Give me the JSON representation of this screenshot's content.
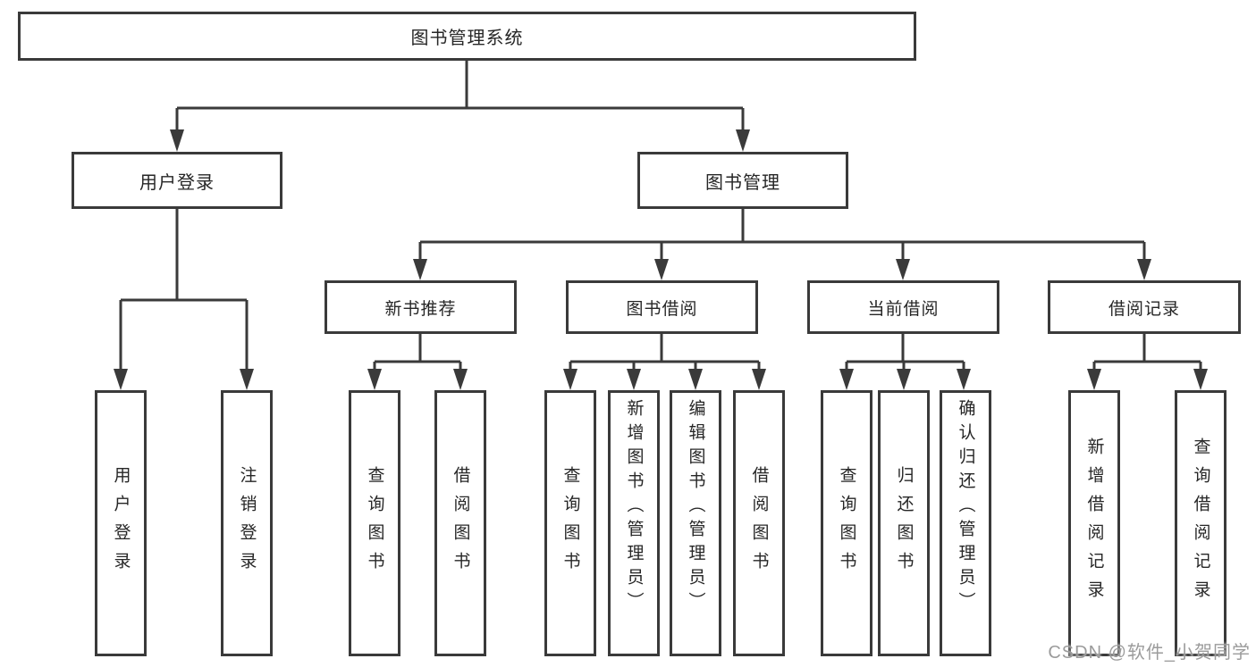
{
  "tree": {
    "label": "图书管理系统",
    "children": [
      {
        "label": "用户登录",
        "children": [
          {
            "label": "用户登录"
          },
          {
            "label": "注销登录"
          }
        ]
      },
      {
        "label": "图书管理",
        "children": [
          {
            "label": "新书推荐",
            "children": [
              {
                "label": "查询图书"
              },
              {
                "label": "借阅图书"
              }
            ]
          },
          {
            "label": "图书借阅",
            "children": [
              {
                "label": "查询图书"
              },
              {
                "label": "新增图书（管理员）"
              },
              {
                "label": "编辑图书（管理员）"
              },
              {
                "label": "借阅图书"
              }
            ]
          },
          {
            "label": "当前借阅",
            "children": [
              {
                "label": "查询图书"
              },
              {
                "label": "归还图书"
              },
              {
                "label": "确认归还（管理员）"
              }
            ]
          },
          {
            "label": "借阅记录",
            "children": [
              {
                "label": "新增借阅记录"
              },
              {
                "label": "查询借阅记录"
              }
            ]
          }
        ]
      }
    ]
  },
  "watermark": {
    "text": "CSDN @软件_小贺同学"
  },
  "colors": {
    "line": "#3a3a3a",
    "text": "#262626",
    "background": "#ffffff",
    "watermark": "#9b9b9b"
  }
}
